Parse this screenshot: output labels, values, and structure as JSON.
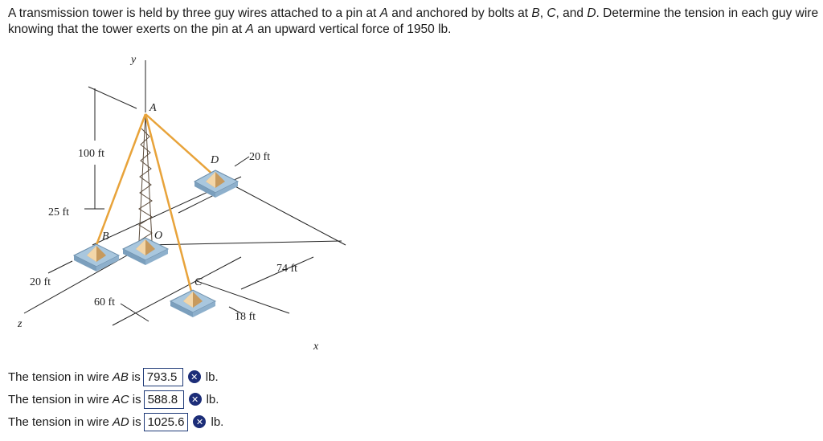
{
  "problem": {
    "line1_a": "A transmission tower is held by three guy wires attached to a pin at ",
    "var_A": "A",
    "line1_b": " and anchored by bolts at ",
    "var_B": "B",
    "sep1": ", ",
    "var_C": "C",
    "sep2": ", and ",
    "var_D": "D",
    "line1_c": ". Determine the tension in each guy wire knowing that the tower exerts on the pin at ",
    "var_A2": "A",
    "line1_d": " an upward vertical force of 1950 lb."
  },
  "figure": {
    "labels": {
      "y": "y",
      "A": "A",
      "D": "D",
      "B": "B",
      "O": "O",
      "C": "C",
      "z": "z",
      "x": "x"
    },
    "dims": {
      "h100": "100 ft",
      "d20_top": "20 ft",
      "d25": "25 ft",
      "d20_left": "20 ft",
      "d60": "60 ft",
      "d74": "74 ft",
      "d18": "18 ft"
    },
    "colors": {
      "wire": "#e8a33a",
      "base_top": "#a9c7de",
      "base_side": "#7b9fbd",
      "pyramid_light": "#f3d6a8",
      "pyramid_dark": "#c79a5e"
    }
  },
  "answers": [
    {
      "prefix": "The tension in wire ",
      "wire": "AB",
      "is": " is",
      "value": "793.5",
      "unit": "lb."
    },
    {
      "prefix": "The tension in wire ",
      "wire": "AC",
      "is": " is",
      "value": "588.8",
      "unit": "lb."
    },
    {
      "prefix": "The tension in wire ",
      "wire": "AD",
      "is": " is",
      "value": "1025.6",
      "unit": "lb."
    }
  ]
}
